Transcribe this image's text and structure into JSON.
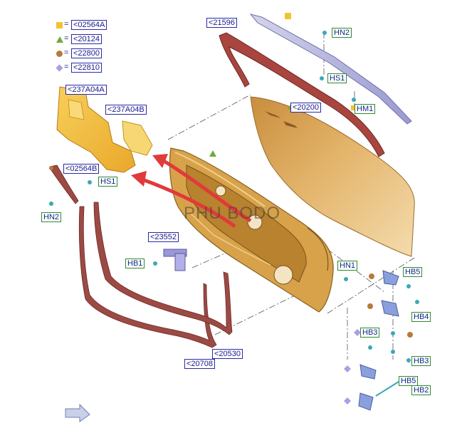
{
  "legend": [
    {
      "symbol": "square",
      "color": "#f2c230",
      "eq": "=",
      "code": "<02564A"
    },
    {
      "symbol": "triangle",
      "color": "#6faa3a",
      "eq": "=",
      "code": "<20124"
    },
    {
      "symbol": "circle",
      "color": "#b9793a",
      "eq": "=",
      "code": "<22800"
    },
    {
      "symbol": "diamond",
      "color": "#a9a0e0",
      "eq": "=",
      "code": "<22810"
    }
  ],
  "parts": {
    "p21596": "<21596",
    "p237A04A": "<237A04A",
    "p237A04B": "<237A04B",
    "p20200": "<20200",
    "p02564B": "<02564B",
    "p23552": "<23552",
    "p20708": "<20708",
    "p20530": "<20530"
  },
  "fasteners": {
    "HN2_top": "HN2",
    "HS1_top": "HS1",
    "HM1": "HM1",
    "HS1_left": "HS1",
    "HN2_left": "HN2",
    "HB1": "HB1",
    "HN1": "HN1",
    "HB5_top": "HB5",
    "HB4": "HB4",
    "HB3_left": "HB3",
    "HB3_right": "HB3",
    "HB5_bottom": "HB5",
    "HB2": "HB2"
  },
  "watermark": "PHU BODO",
  "colors": {
    "door_skin": "#d9a85a",
    "door_frame": "#c89640",
    "seal": "#9c4a44",
    "insulator": "#f0bd3a",
    "arrow": "#e03a3a",
    "tag_blue": "#2a2aa8",
    "tag_green": "#2f8a2f"
  }
}
